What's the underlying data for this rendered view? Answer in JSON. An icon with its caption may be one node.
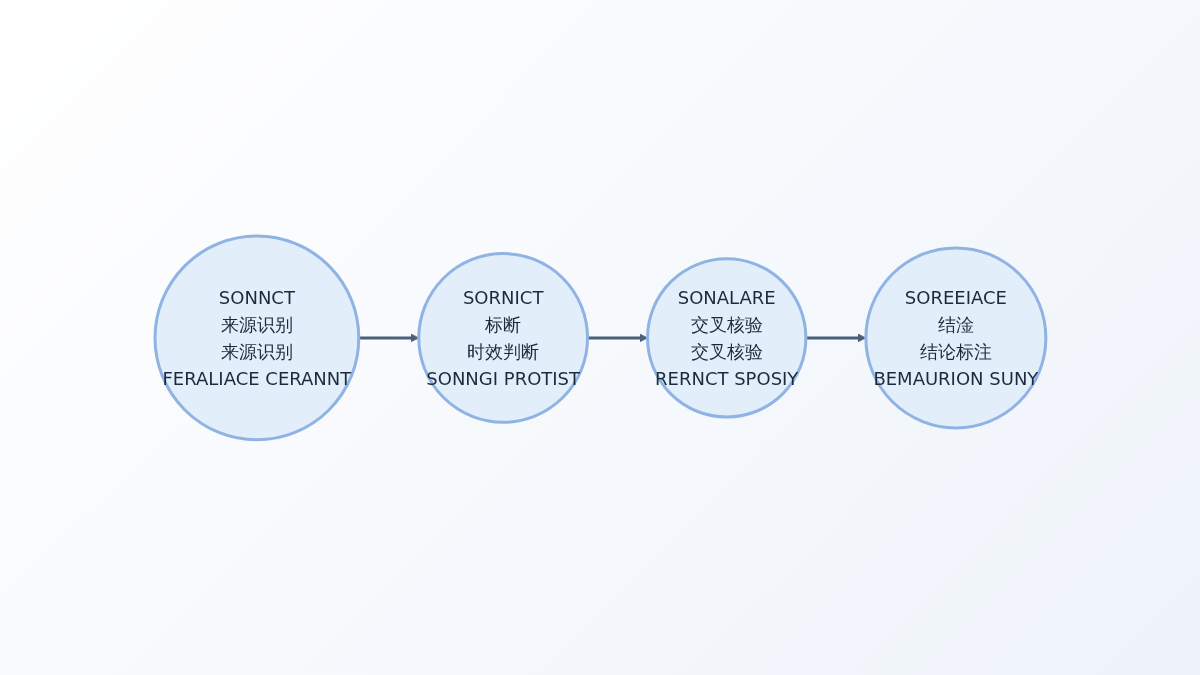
{
  "diagram": {
    "nodes": [
      {
        "text": [
          "SONNCT",
          "来源识别",
          "来源识别",
          "FERALIACE CERANNT"
        ]
      },
      {
        "text": [
          "SORNICT",
          "标断",
          "时效判断",
          "SONNGI PROTIST"
        ]
      },
      {
        "text": [
          "SONALARE",
          "交叉核验",
          "交叉核验",
          "RERNCT SPOSIY"
        ]
      },
      {
        "text": [
          "SOREEIACE",
          "结淦",
          "结论标注",
          "BEMAURION SUNY"
        ]
      }
    ],
    "edges": [
      {
        "from": 0,
        "to": 1,
        "arrow": "to"
      },
      {
        "from": 1,
        "to": 2,
        "arrow": "to"
      },
      {
        "from": 2,
        "to": 3,
        "arrow": "to"
      }
    ]
  }
}
